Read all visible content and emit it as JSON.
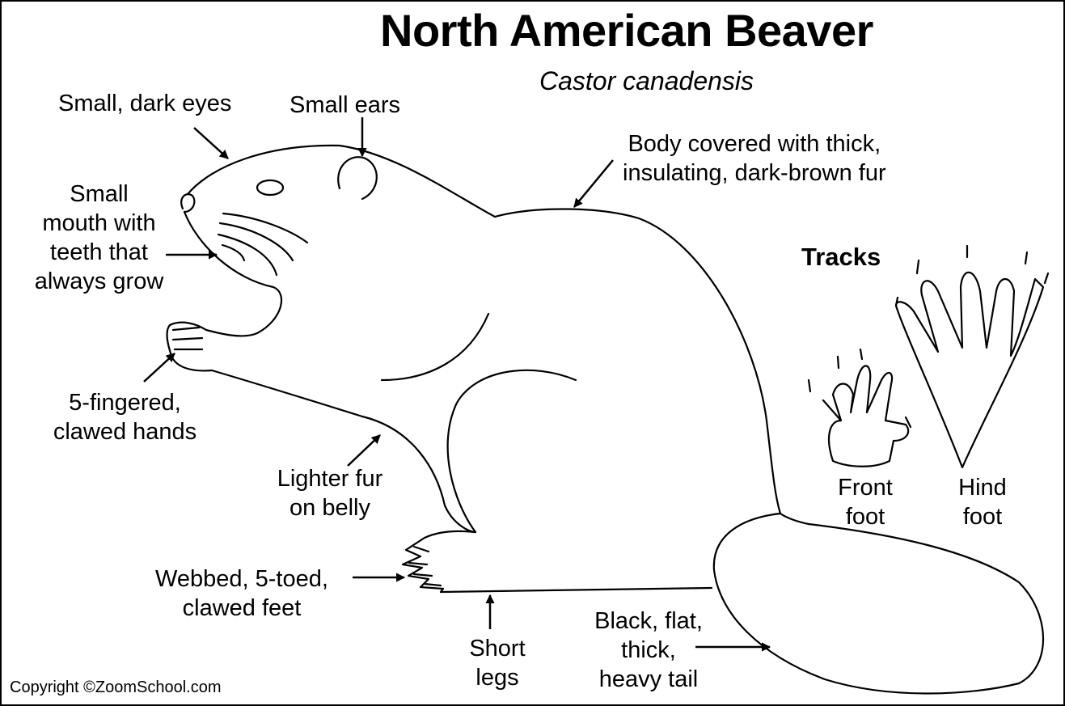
{
  "title": "North American Beaver",
  "subtitle": "Castor canadensis",
  "labels": {
    "eyes": [
      "Small, dark eyes"
    ],
    "ears": [
      "Small ears"
    ],
    "fur": [
      "Body covered with thick,",
      "insulating, dark-brown fur"
    ],
    "mouth": [
      "Small",
      "mouth with",
      "teeth that",
      "always grow"
    ],
    "hands": [
      "5-fingered,",
      "clawed hands"
    ],
    "belly": [
      "Lighter fur",
      "on belly"
    ],
    "feet": [
      "Webbed, 5-toed,",
      "clawed feet"
    ],
    "legs": [
      "Short",
      "legs"
    ],
    "tail": [
      "Black, flat,",
      "thick,",
      "heavy tail"
    ]
  },
  "tracks": {
    "heading": "Tracks",
    "front": [
      "Front",
      "foot"
    ],
    "hind": [
      "Hind",
      "foot"
    ]
  },
  "copyright": "Copyright ©ZoomSchool.com",
  "colors": {
    "line": "#000000",
    "background": "#ffffff"
  }
}
